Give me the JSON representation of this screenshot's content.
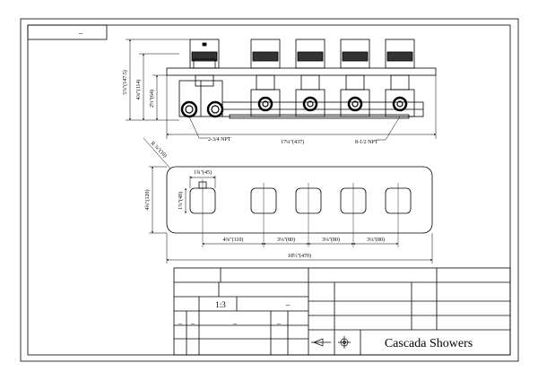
{
  "header_box": {
    "dash": "–"
  },
  "dimensions": {
    "overall_height": "5⅞\"(147.5)",
    "valve_height": "4⅜\"(114)",
    "depth": "2½\"(64)",
    "inlet_label": "2-3/4 NPT",
    "body_length": "17¼\"(437)",
    "outlet_label": "8-1/2 NPT",
    "plate_corner": "R ⅜\"(10)",
    "knob_width": "1¾\"(45)",
    "knob_height": "1⅞\"(48)",
    "plate_height": "4¾\"(120)",
    "first_gap": "4⅜\"(110)",
    "gap_2": "3⅛\"(80)",
    "gap_3": "3⅛\"(80)",
    "gap_4": "3⅛\"(80)",
    "plate_length": "18½\"(470)"
  },
  "title_block": {
    "scale": "1:3",
    "dash_a": "–",
    "dash_b": "–",
    "dash_c": "–",
    "dash_d": "–",
    "dash_e": "–",
    "company": "Cascada Showers"
  }
}
